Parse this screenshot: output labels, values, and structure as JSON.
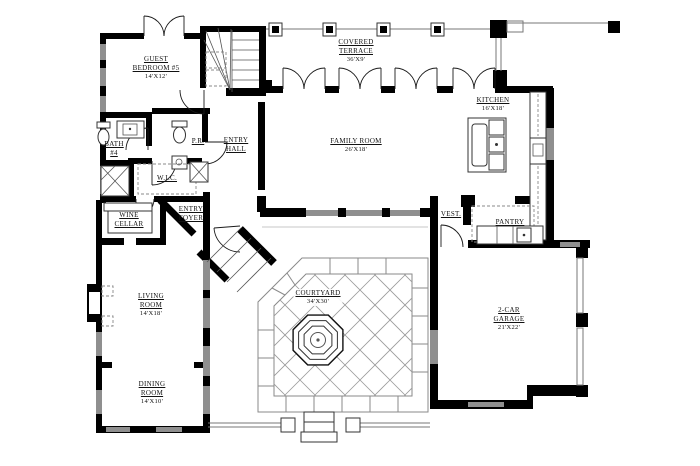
{
  "colors": {
    "wall": "#000000",
    "window": "#8f8f8f",
    "line": "#777777",
    "grid": "#9a9a9a",
    "text": "#111111",
    "background": "#ffffff"
  },
  "rooms": {
    "guest_bedroom": {
      "name1": "GUEST",
      "name2": "BEDROOM #5",
      "dim": "14'X12'"
    },
    "covered_terrace": {
      "name1": "COVERED",
      "name2": "TERRACE",
      "dim": "36'X9'"
    },
    "kitchen": {
      "name1": "KITCHEN",
      "dim": "16'X18'"
    },
    "family_room": {
      "name1": "FAMILY ROOM",
      "dim": "26'X18'"
    },
    "entry_hall": {
      "name1": "ENTRY",
      "name2": "HALL"
    },
    "powder_room": {
      "name1": "P.R."
    },
    "bath_4": {
      "name1": "BATH",
      "name2": "#4"
    },
    "wic": {
      "name1": "W.I.C."
    },
    "wine_cellar": {
      "name1": "WINE",
      "name2": "CELLAR"
    },
    "entry_foyer": {
      "name1": "ENTRY",
      "name2": "FOYER"
    },
    "vestibule": {
      "name1": "VEST."
    },
    "pantry": {
      "name1": "PANTRY"
    },
    "living_room": {
      "name1": "LIVING",
      "name2": "ROOM",
      "dim": "14'X18'"
    },
    "dining_room": {
      "name1": "DINING",
      "name2": "ROOM",
      "dim": "14'X10'"
    },
    "courtyard": {
      "name1": "COURTYARD",
      "dim": "34'X30'"
    },
    "garage": {
      "name1": "2-CAR",
      "name2": "GARAGE",
      "dim": "21'X22'"
    }
  }
}
